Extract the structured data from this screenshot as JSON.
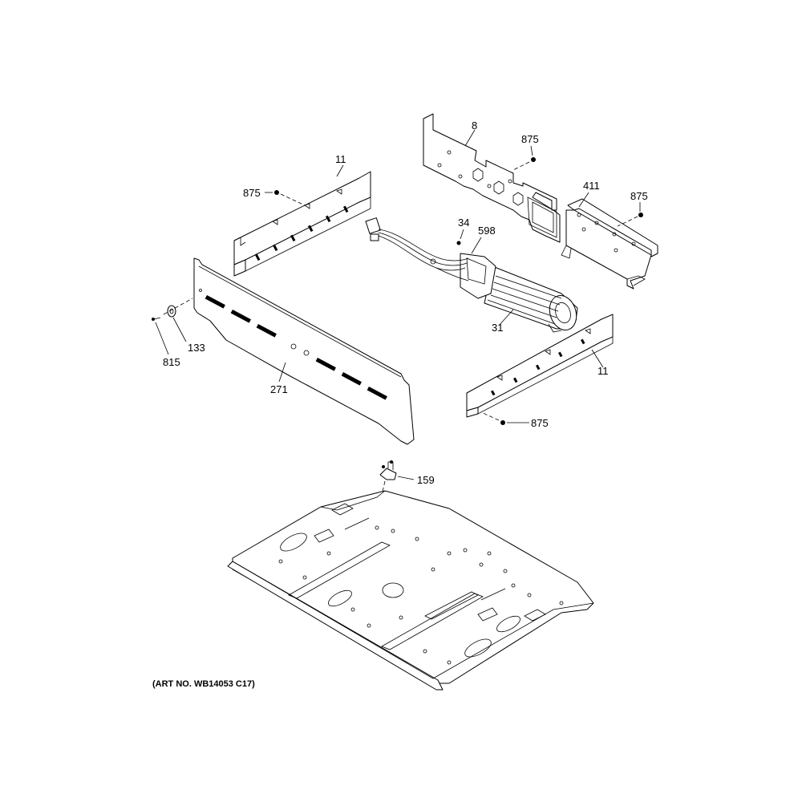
{
  "diagram": {
    "callouts": {
      "p8": "8",
      "p875_top_right": "875",
      "p11_left": "11",
      "p875_left": "875",
      "p411": "411",
      "p875_right": "875",
      "p34": "34",
      "p598": "598",
      "p31": "31",
      "p133": "133",
      "p815": "815",
      "p11_right": "11",
      "p271": "271",
      "p875_bottom": "875",
      "p159": "159"
    },
    "art_number": "(ART NO. WB14053 C17)"
  }
}
